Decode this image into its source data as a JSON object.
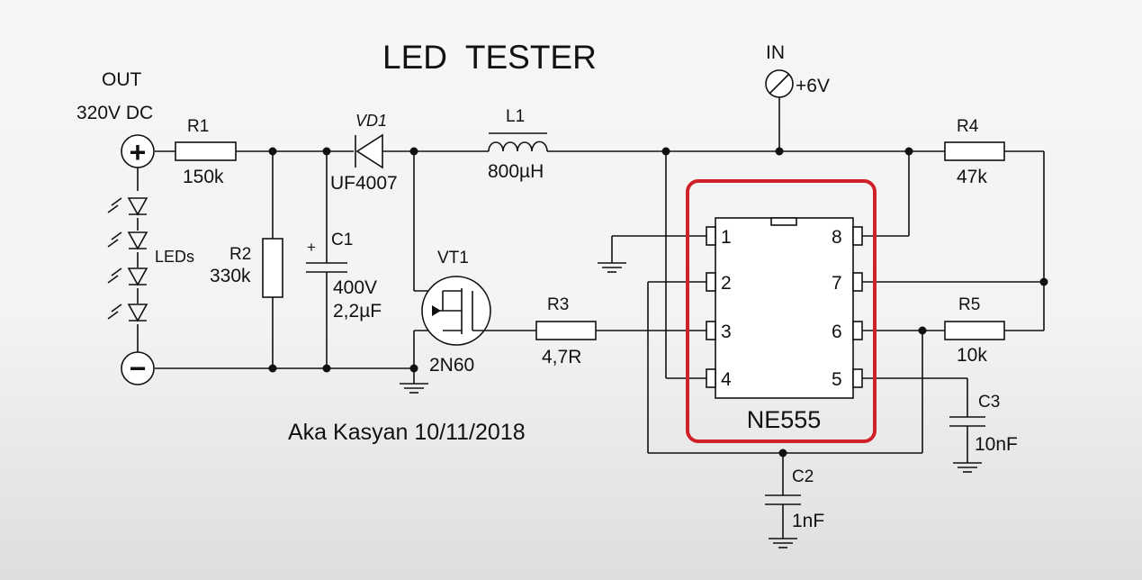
{
  "title": "LED  TESTER",
  "author": "Aka Kasyan 10/11/2018",
  "output": {
    "label": "OUT",
    "voltage": "320V DC",
    "plus": "+",
    "minus": "−"
  },
  "input": {
    "label": "IN",
    "voltage": "+6V"
  },
  "leds": {
    "label": "LEDs",
    "count": 4
  },
  "components": {
    "r1": {
      "ref": "R1",
      "value": "150k"
    },
    "r2": {
      "ref": "R2",
      "value": "330k"
    },
    "vd1": {
      "ref": "VD1",
      "value": "UF4007"
    },
    "c1": {
      "ref": "C1",
      "polarity": "+",
      "voltage": "400V",
      "value": "2,2µF"
    },
    "l1": {
      "ref": "L1",
      "value": "800µH"
    },
    "vt1": {
      "ref": "VT1",
      "value": "2N60"
    },
    "r3": {
      "ref": "R3",
      "value": "4,7R"
    },
    "r4": {
      "ref": "R4",
      "value": "47k"
    },
    "r5": {
      "ref": "R5",
      "value": "10k"
    },
    "c2": {
      "ref": "C2",
      "value": "1nF"
    },
    "c3": {
      "ref": "C3",
      "value": "10nF"
    }
  },
  "ic": {
    "name": "NE555",
    "highlight_color": "#d0202a",
    "pins_left": [
      "1",
      "2",
      "3",
      "4"
    ],
    "pins_right": [
      "8",
      "7",
      "6",
      "5"
    ]
  }
}
